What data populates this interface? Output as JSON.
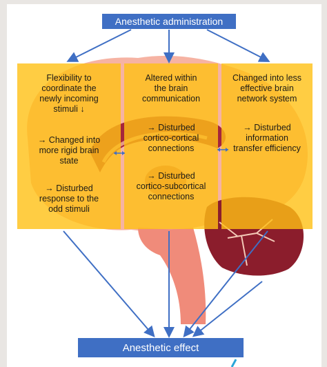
{
  "title": "Anesthetic administration",
  "effect": "Anesthetic effect",
  "panels": {
    "left": {
      "heading_lines": [
        "Flexibility to",
        "coordinate the",
        "newly incoming",
        "stimuli ↓"
      ],
      "item1_lines": [
        "→ Changed into",
        "more rigid brain",
        "state"
      ],
      "item2_lines": [
        "→ Disturbed",
        "response to the",
        "odd stimuli"
      ]
    },
    "middle": {
      "heading_lines": [
        "Altered within",
        "the brain",
        "communication"
      ],
      "item1_lines": [
        "→ Disturbed",
        "cortico-cortical",
        "connections"
      ],
      "item2_lines": [
        "→ Disturbed",
        "cortico-subcortical",
        "connections"
      ]
    },
    "right": {
      "heading_lines": [
        "Changed into less",
        "effective brain",
        "network system"
      ],
      "item1_lines": [
        "→ Disturbed",
        "information",
        "transfer efficiency"
      ]
    }
  },
  "colors": {
    "accent_blue": "#3f6fc4",
    "panel_yellow": "#ffc114",
    "brain_pink": "#f6b3a3",
    "cerebellum": "#8b1d2c",
    "brainstem": "#f08b7a"
  },
  "icons": [
    "down-arrow-icon",
    "right-arrow-icon",
    "double-arrow-icon"
  ]
}
